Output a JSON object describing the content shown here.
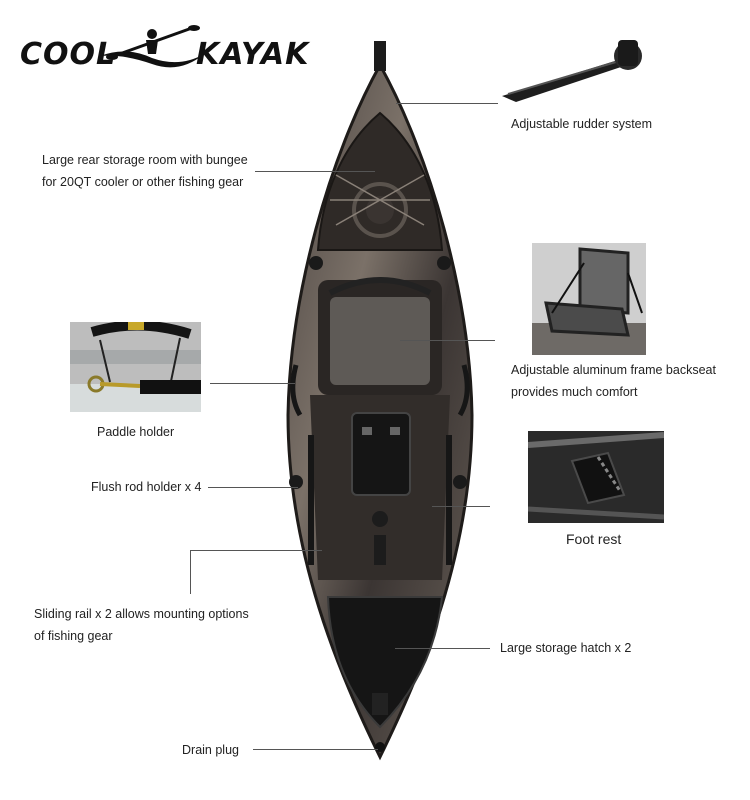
{
  "logo": {
    "left_word": "COOL",
    "right_word": "KAYAK"
  },
  "callouts": {
    "rudder": "Adjustable rudder system",
    "rear_storage_line1": "Large rear storage room with bungee",
    "rear_storage_line2": "for 20QT cooler or other  fishing gear",
    "seat_line1": "Adjustable  aluminum frame backseat",
    "seat_line2": "provides much comfort",
    "paddle_holder": "Paddle holder",
    "rod_holder": "Flush rod holder x 4",
    "foot_rest": "Foot rest",
    "rail_line1": "Sliding rail x 2 allows mounting options",
    "rail_line2": "of fishing gear",
    "hatch": "Large storage hatch x 2",
    "drain": "Drain plug"
  },
  "colors": {
    "hull_dark": "#2b2724",
    "hull_camo": "#6d6258",
    "leader": "#555555"
  }
}
